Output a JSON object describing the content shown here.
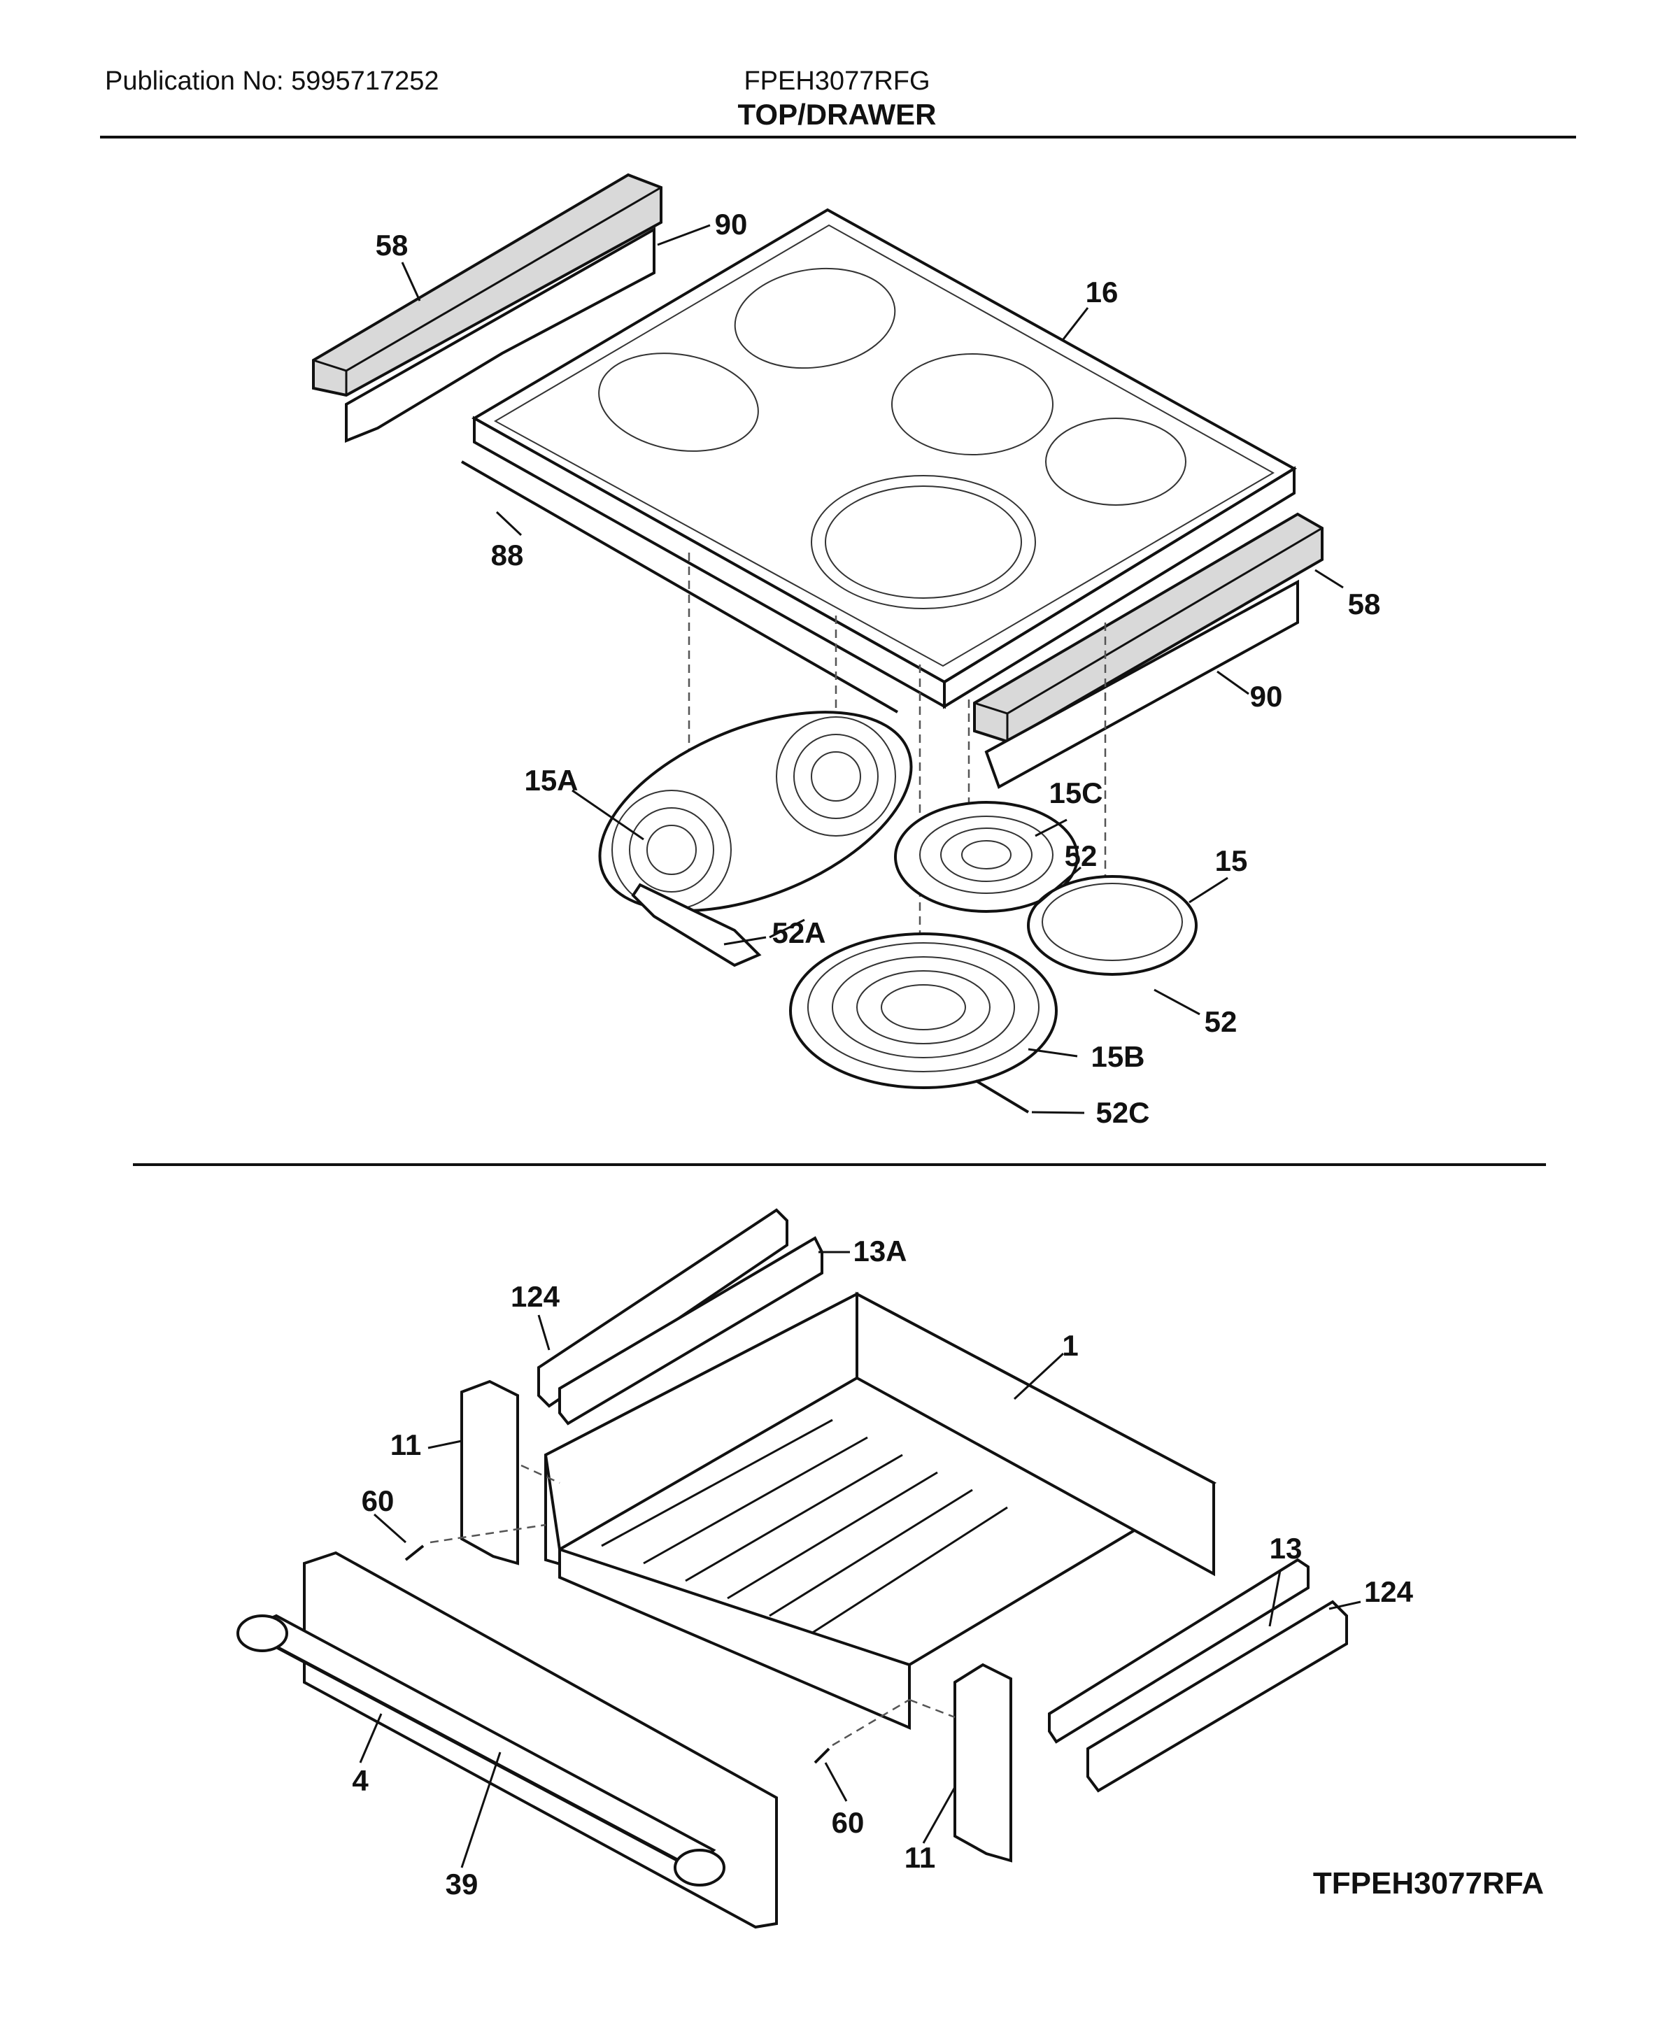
{
  "header": {
    "publication": "Publication No: 5995717252",
    "model": "FPEH3077RFG",
    "section": "TOP/DRAWER"
  },
  "footer": {
    "diagram_code": "TFPEH3077RFA"
  },
  "callouts": {
    "top": [
      "58",
      "90",
      "16",
      "88",
      "58",
      "90",
      "15A",
      "15C",
      "52",
      "15",
      "52A",
      "52",
      "15B",
      "52C"
    ],
    "drawer": [
      "13A",
      "124",
      "1",
      "11",
      "60",
      "13",
      "124",
      "4",
      "39",
      "60",
      "11"
    ]
  }
}
